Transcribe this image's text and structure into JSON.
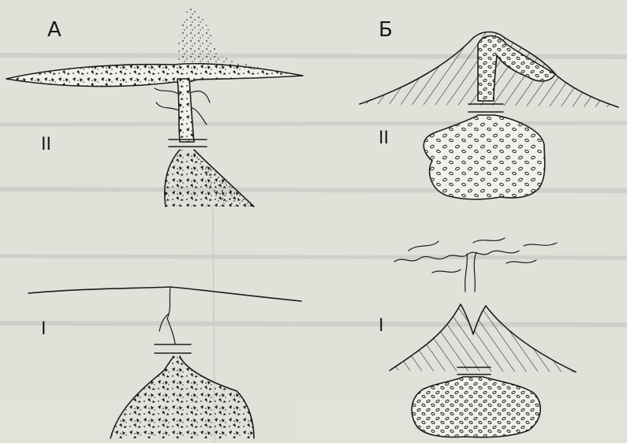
{
  "figure": {
    "panel_a": {
      "letter": "А",
      "stage_upper": "II",
      "stage_lower": "I"
    },
    "panel_b": {
      "letter": "Б",
      "stage_upper": "II",
      "stage_lower": "I"
    }
  },
  "colors": {
    "paper": "#e2e4dc",
    "ink": "#1c1c1c"
  }
}
